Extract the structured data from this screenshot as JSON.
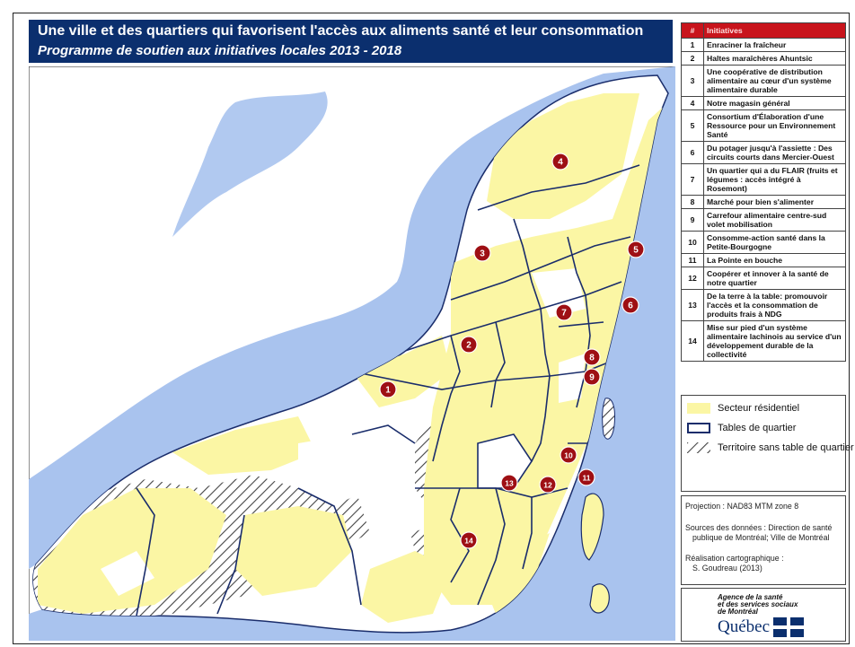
{
  "title": {
    "main": "Une ville et des quartiers qui favorisent l'accès aux aliments santé et leur consommation",
    "subtitle": "Programme de soutien aux initiatives locales 2013 - 2018"
  },
  "initiatives_table": {
    "header_num": "#",
    "header_label": "Initiatives",
    "rows": [
      {
        "num": "1",
        "label": "Enraciner la fraîcheur"
      },
      {
        "num": "2",
        "label": "Haltes maraîchères Ahuntsic"
      },
      {
        "num": "3",
        "label": "Une coopérative de distribution alimentaire au cœur d'un système alimentaire durable"
      },
      {
        "num": "4",
        "label": "Notre magasin général"
      },
      {
        "num": "5",
        "label": "Consortium d'Élaboration d'une Ressource pour un Environnement Santé"
      },
      {
        "num": "6",
        "label": "Du potager jusqu'à l'assiette : Des circuits courts dans Mercier-Ouest"
      },
      {
        "num": "7",
        "label": "Un quartier qui a du FLAIR (fruits et légumes : accès intégré à Rosemont)"
      },
      {
        "num": "8",
        "label": "Marché pour bien s'alimenter"
      },
      {
        "num": "9",
        "label": "Carrefour alimentaire centre-sud volet mobilisation"
      },
      {
        "num": "10",
        "label": "Consomme-action santé dans la Petite-Bourgogne"
      },
      {
        "num": "11",
        "label": "La Pointe en bouche"
      },
      {
        "num": "12",
        "label": "Coopérer et innover à la santé de notre quartier"
      },
      {
        "num": "13",
        "label": "De la terre à la table: promouvoir l'accès et la consommation de produits frais à NDG"
      },
      {
        "num": "14",
        "label": "Mise sur pied d'un système alimentaire lachinois au service d'un développement durable de la collectivité"
      }
    ]
  },
  "legend": {
    "residential": "Secteur résidentiel",
    "tables": "Tables de quartier",
    "no_table": "Territoire sans table de quartier"
  },
  "info": {
    "projection": "Projection : NAD83 MTM zone 8",
    "sources_1": "Sources des données : Direction de santé",
    "sources_2": "publique de Montréal; Ville de Montréal",
    "realisation_1": "Réalisation cartographique :",
    "realisation_2": "S. Goudreau (2013)"
  },
  "logo": {
    "agency_1": "Agence de la santé",
    "agency_2": "et des services sociaux",
    "agency_3": "de Montréal",
    "quebec": "Québec"
  },
  "map_markers": [
    "1",
    "2",
    "3",
    "4",
    "5",
    "6",
    "7",
    "8",
    "9",
    "10",
    "11",
    "12",
    "13",
    "14"
  ],
  "colors": {
    "title_bar": "#0b2f6e",
    "table_header": "#c8141c",
    "water": "#a9c3ee",
    "residential": "#fbf6a4",
    "boundary": "#1a2d6b",
    "marker": "#9e0f14"
  }
}
